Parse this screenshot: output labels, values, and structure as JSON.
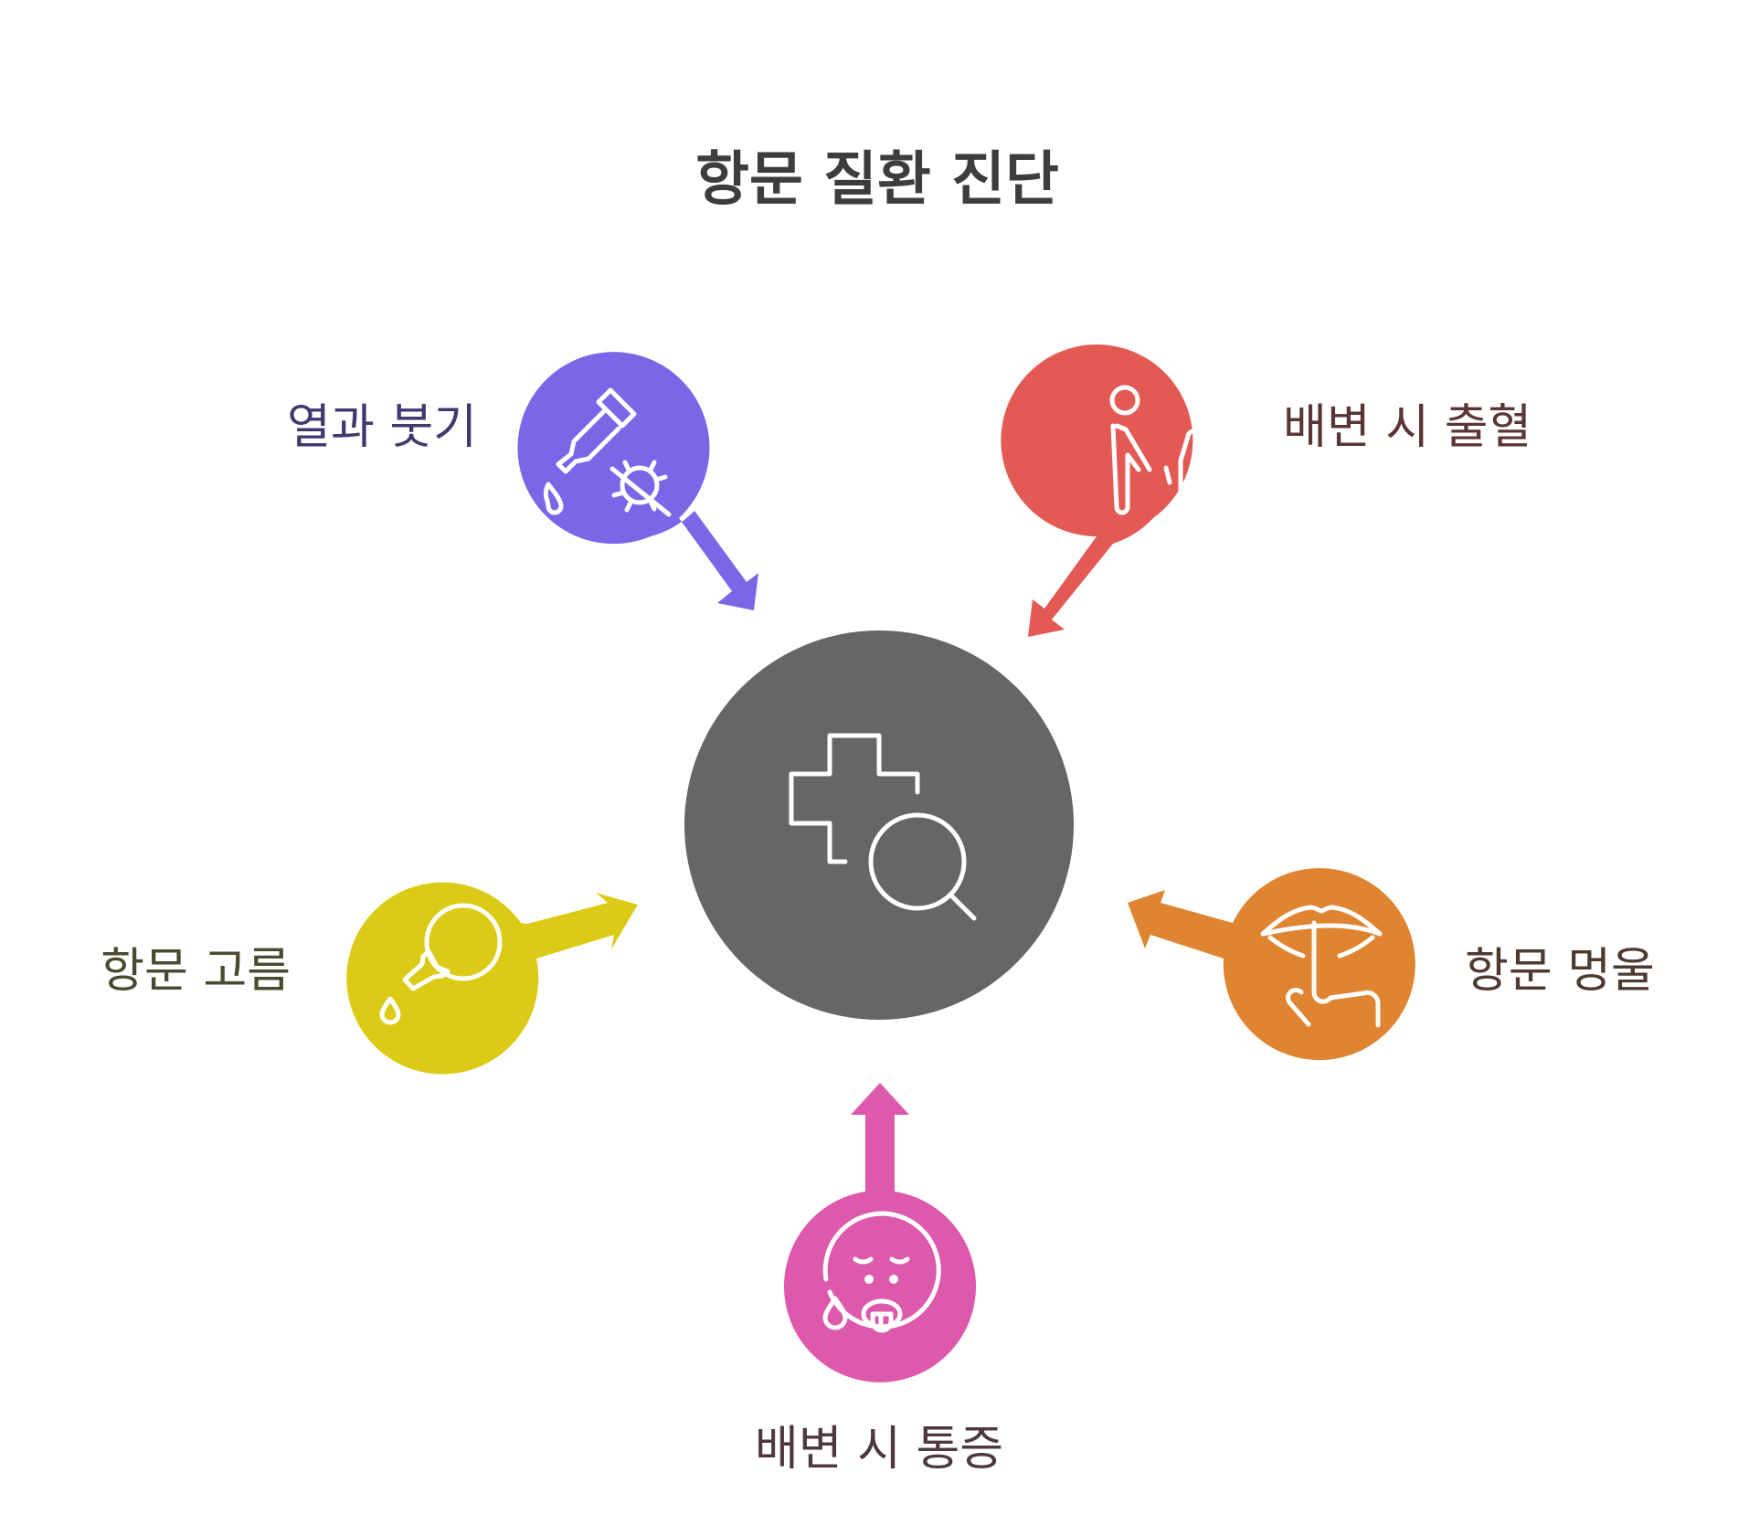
{
  "title": "항문 질환 진단",
  "colors": {
    "title": "#3d3d3d",
    "center": "#666666",
    "icon_stroke": "#ffffff"
  },
  "center": {
    "icon": "medical-search-icon"
  },
  "nodes": [
    {
      "id": "fever-swelling",
      "label": "열과 붓기",
      "icon": "dropper-bacteria-icon",
      "color": "#7c66e8",
      "label_color": "#3f3a6e"
    },
    {
      "id": "bleeding",
      "label": "배변 시 출혈",
      "icon": "person-toilet-icon",
      "color": "#e35a55",
      "label_color": "#5a3535"
    },
    {
      "id": "pus",
      "label": "항문 고름",
      "icon": "pus-drop-icon",
      "color": "#dccb16",
      "label_color": "#4a4a30"
    },
    {
      "id": "lump",
      "label": "항문 멍울",
      "icon": "lump-hand-icon",
      "color": "#df8430",
      "label_color": "#4d3a30"
    },
    {
      "id": "pain",
      "label": "배변 시 통증",
      "icon": "pained-face-icon",
      "color": "#dc59ab",
      "label_color": "#4d3842"
    }
  ]
}
